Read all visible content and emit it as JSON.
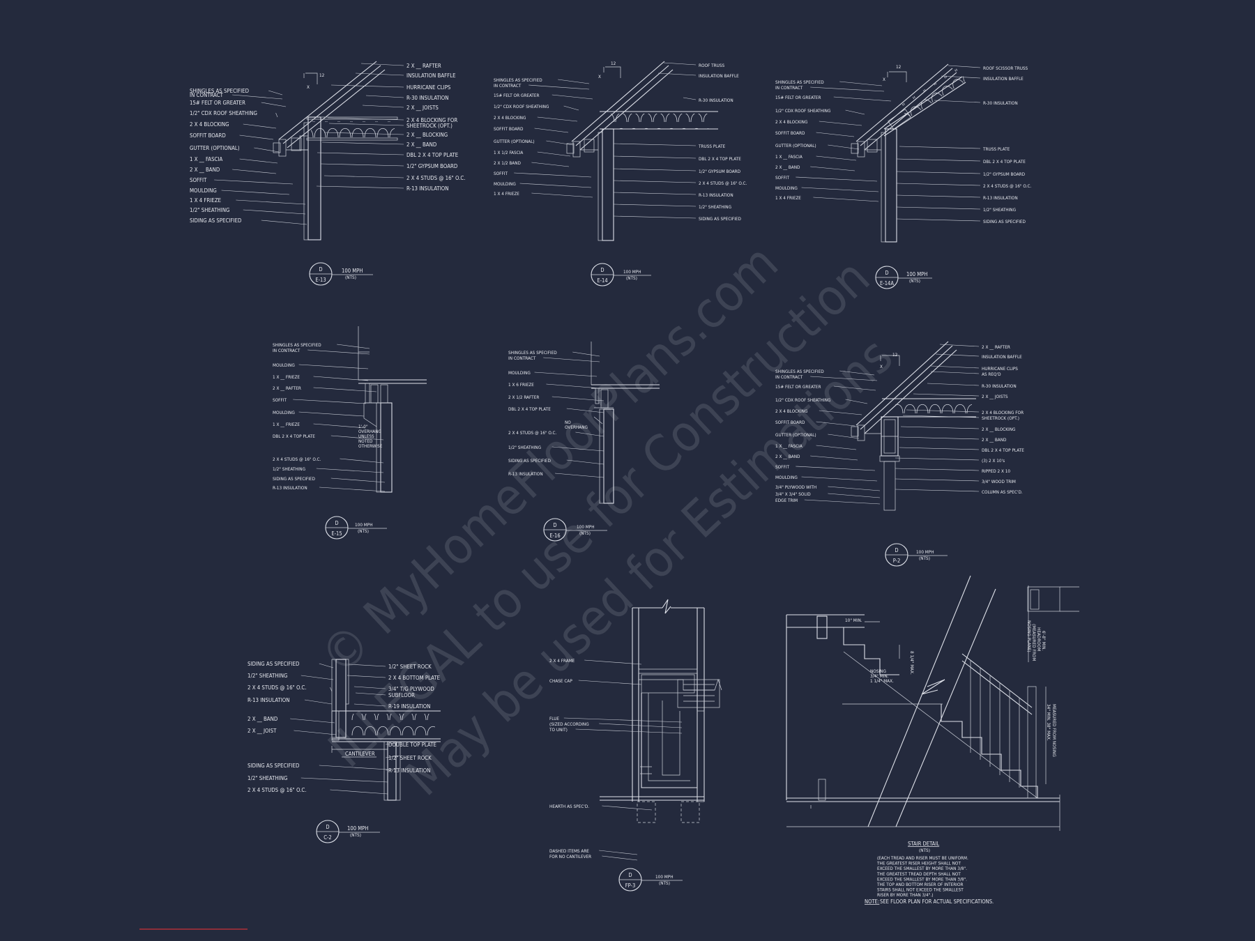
{
  "watermark": {
    "line1": "© MyHomeFloorPlans.com",
    "line2": "ILLEGAL to use for Construction",
    "line3": "May be used for Estimations"
  },
  "details": [
    {
      "id": "d1",
      "labels_left": [
        "SHINGLES AS SPECIFIED",
        "IN CONTRACT",
        "15# FELT OR GREATER",
        "1/2\" CDX ROOF SHEATHING",
        "2 X 4 BLOCKING",
        "SOFFIT  BOARD",
        "GUTTER (OPTIONAL)",
        "1 X __ FASCIA",
        "2 X __ BAND",
        "SOFFIT",
        "MOULDING",
        "1 X 4 FRIEZE",
        "1/2\" SHEATHING",
        "SIDING AS SPECIFIED"
      ],
      "labels_right": [
        "2 X __ RAFTER",
        "INSULATION BAFFLE",
        "HURRICANE CLIPS",
        "R-30 INSULATION",
        "2 X __ JOISTS",
        "2 X 4 BLOCKING FOR",
        "SHEETROCK (OPT.)",
        "2 X __ BLOCKING",
        "2 X __ BAND",
        "DBL 2 X 4 TOP PLATE",
        "1/2\" GYPSUM BOARD",
        "2 X 4 STUDS @ 16\" O.C.",
        "R-13 INSULATION"
      ],
      "pitch": [
        "12",
        "X"
      ],
      "tag": {
        "letter": "D",
        "sheet": "E-13"
      },
      "wind": "100 MPH",
      "scale": "(NTS)"
    },
    {
      "id": "d2",
      "labels_left": [
        "SHINGLES AS SPECIFIED",
        "IN CONTRACT",
        "15# FELT OR GREATER",
        "1/2\" CDX ROOF SHEATHING",
        "2 X 4 BLOCKING",
        "SOFFIT  BOARD",
        "GUTTER (OPTIONAL)",
        "1 X 1/2 FASCIA",
        "2 X 1/2 BAND",
        "SOFFIT",
        "MOULDING",
        "1 X 4 FRIEZE"
      ],
      "labels_right": [
        "ROOF TRUSS",
        "INSULATION BAFFLE",
        "R-30 INSULATION",
        "TRUSS PLATE",
        "DBL 2 X 4 TOP PLATE",
        "1/2\" GYPSUM BOARD",
        "2 X 4 STUDS @ 16\" O.C.",
        "R-13 INSULATION",
        "1/2\" SHEATHING",
        "SIDING AS SPECIFIED"
      ],
      "pitch": [
        "12",
        "X"
      ],
      "tag": {
        "letter": "D",
        "sheet": "E-14"
      },
      "wind": "100 MPH",
      "scale": "(NTS)"
    },
    {
      "id": "d3",
      "labels_left": [
        "SHINGLES AS SPECIFIED",
        "IN CONTRACT",
        "15# FELT OR GREATER",
        "1/2\" CDX ROOF SHEATHING",
        "2 X 4 BLOCKING",
        "SOFFIT  BOARD",
        "GUTTER (OPTIONAL)",
        "1 X __ FASCIA",
        "2 X __ BAND",
        "SOFFIT",
        "MOULDING",
        "1 X 4 FRIEZE"
      ],
      "labels_right": [
        "ROOF SCISSOR TRUSS",
        "INSULATION BAFFLE",
        "R-30 INSULATION",
        "TRUSS PLATE",
        "DBL 2 X 4 TOP PLATE",
        "1/2\" GYPSUM BOARD",
        "2 X 4 STUDS @ 16\" O.C.",
        "R-13 INSULATION",
        "1/2\" SHEATHING",
        "SIDING AS SPECIFIED"
      ],
      "pitch": [
        "12",
        "X"
      ],
      "tag": {
        "letter": "D",
        "sheet": "E-14A"
      },
      "wind": "100 MPH",
      "scale": "(NTS)"
    },
    {
      "id": "d4",
      "labels_left": [
        "SHINGLES AS SPECIFIED",
        "IN CONTRACT",
        "MOULDING",
        "1 X __ FRIEZE",
        "2 X __ RAFTER",
        "SOFFIT",
        "MOULDING",
        "1 X __ FRIEZE",
        "DBL 2 X 4 TOP PLATE",
        "2 X 4 STUDS @ 16\" O.C.",
        "1/2\" SHEATHING",
        "SIDING AS SPECIFIED",
        "R-13 INSULATION"
      ],
      "note": [
        "1'-0\"",
        "OVERHANG",
        "UNLESS",
        "NOTED",
        "OTHERWISE"
      ],
      "tag": {
        "letter": "D",
        "sheet": "E-15"
      },
      "wind": "100 MPH",
      "scale": "(NTS)"
    },
    {
      "id": "d5",
      "labels_left": [
        "SHINGLES AS SPECIFIED",
        "IN CONTRACT",
        "MOULDING",
        "1 X 6 FRIEZE",
        "2 X 1/2 RAFTER",
        "DBL 2 X 4 TOP PLATE",
        "2 X 4 STUDS @ 16\" O.C.",
        "1/2\" SHEATHING",
        "SIDING AS SPECIFIED",
        "R-13 INSULATION"
      ],
      "note": [
        "NO",
        "OVERHANG"
      ],
      "tag": {
        "letter": "D",
        "sheet": "E-16"
      },
      "wind": "100 MPH",
      "scale": "(NTS)"
    },
    {
      "id": "d6",
      "labels_left": [
        "SHINGLES AS SPECIFIED",
        "IN CONTRACT",
        "15# FELT OR GREATER",
        "1/2\" CDX ROOF SHEATHING",
        "2 X 4 BLOCKING",
        "SOFFIT  BOARD",
        "GUTTER (OPTIONAL)",
        "1 X __ FASCIA",
        "2 X __ BAND",
        "SOFFIT",
        "MOULDING",
        "3/4\" PLYWOOD WITH",
        "3/4\" X 3/4\" SOLID",
        "EDGE TRIM"
      ],
      "labels_right": [
        "2 X __ RAFTER",
        "INSULATION BAFFLE",
        "HURRICANE CLIPS",
        "AS REQ'D",
        "R-30 INSULATION",
        "2 X __ JOISTS",
        "2 X 4 BLOCKING FOR",
        "SHEETROCK (OPT.)",
        "2 X __ BLOCKING",
        "2 X __ BAND",
        "DBL 2 X 4 TOP PLATE",
        "(3) 2 X 10's",
        "RIPPED 2 X 10",
        "3/4\" WOOD TRIM",
        "COLUMN AS SPEC'D."
      ],
      "pitch": [
        "12",
        "X"
      ],
      "tag": {
        "letter": "D",
        "sheet": "P-2"
      },
      "wind": "100 MPH",
      "scale": "(NTS)"
    },
    {
      "id": "d7",
      "labels_left": [
        "SIDING AS SPECIFIED",
        "1/2\" SHEATHING",
        "2 X 4 STUDS @ 16\" O.C.",
        "R-13 INSULATION",
        "2 X __ BAND",
        "2 X __ JOIST",
        "SIDING AS SPECIFIED",
        "1/2\" SHEATHING",
        "2 X 4 STUDS @ 16\" O.C."
      ],
      "labels_right": [
        "1/2\" SHEET ROCK",
        "2 X 4 BOTTOM PLATE",
        "3/4\" T/G PLYWOOD",
        "SUBFLOOR",
        "R-19 INSULATION",
        "DOUBLE TOP PLATE",
        "1/2\" SHEET ROCK",
        "R-13 INSULATION"
      ],
      "cantilever": "CANTILEVER",
      "tag": {
        "letter": "D",
        "sheet": "C-2"
      },
      "wind": "100 MPH",
      "scale": "(NTS)"
    },
    {
      "id": "d8",
      "labels_left": [
        "2 X 4 FRAME",
        "CHASE CAP",
        "FLUE",
        "(SIZED ACCORDING",
        "TO UNIT)",
        "HEARTH AS SPEC'D.",
        "DASHED ITEMS ARE",
        "FOR NO CANTILEVER"
      ],
      "tag": {
        "letter": "D",
        "sheet": "FP-3"
      },
      "wind": "100 MPH",
      "scale": "(NTS)"
    },
    {
      "id": "d9",
      "dims": [
        "10\" MIN.",
        "8 1/4\" MAX.",
        "NOSING",
        "3/4\" MIN.",
        "1 1/4\" MAX.",
        "6'-8\" MIN.",
        "HEADROOM",
        "(MEASURED FROM",
        "NOSING PLANE)",
        "MEASURED FROM NOSING",
        "34\" MIN. 38\" MAX."
      ],
      "title": "STAIR DETAIL",
      "title_scale": "(NTS)",
      "notes": [
        "(EACH TREAD AND RISER MUST BE UNIFORM.",
        "THE GREATEST RISER HEIGHT SHALL NOT",
        "EXCEED THE SMALLEST BY MORE THAN 3/8\".",
        "THE GREATEST TREAD DEPTH SHALL NOT",
        "EXCEED THE SMALLEST BY MORE THAN 3/8\".",
        "THE TOP AND BOTTOM RISER OF INTERIOR",
        "STAIRS SHALL NOT EXCEED THE SMALLEST",
        "RISER BY MORE THAN 3/4\".)"
      ],
      "note_key": "NOTE:",
      "note_text": "SEE FLOOR PLAN FOR ACTUAL SPECIFICATIONS."
    }
  ],
  "colors": {
    "background": "#242a3d",
    "linework": "#dfe2ea",
    "accent_line": "#b0303a"
  }
}
